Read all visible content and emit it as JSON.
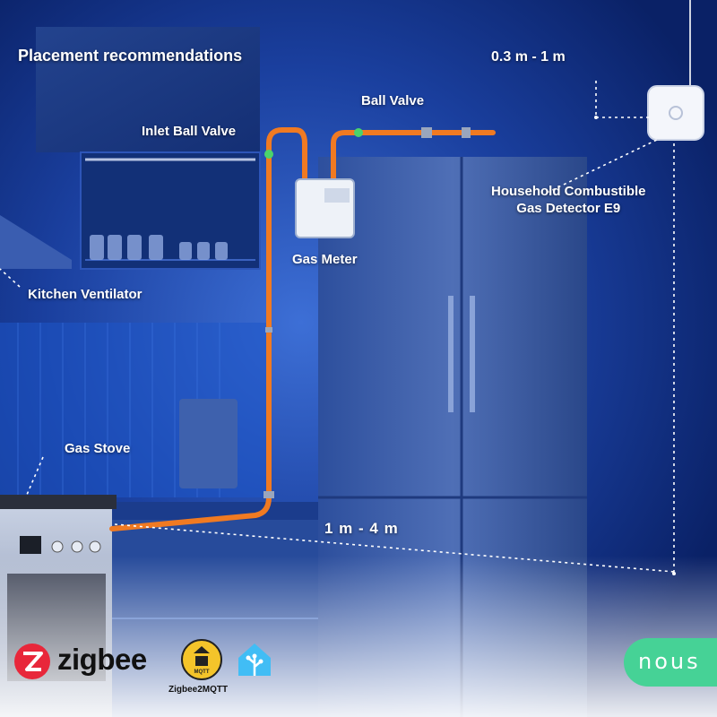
{
  "title": "Placement recommendations",
  "distances": {
    "ceiling_range": "0.3 m - 1 m",
    "horizontal_range": "1 m - 4 m"
  },
  "callouts": {
    "ball_valve": "Ball Valve",
    "inlet_ball_valve": "Inlet Ball Valve",
    "detector_line1": "Household Combustible",
    "detector_line2": "Gas Detector E9",
    "gas_meter": "Gas Meter",
    "kitchen_ventilator": "Kitchen Ventilator",
    "gas_stove": "Gas Stove"
  },
  "logos": {
    "zigbee": "zigbee",
    "zigbee2mqtt": "Zigbee2MQTT",
    "zigbee2mqtt_badge": "MQTT",
    "home_assistant_icon": "home-assistant-icon",
    "nous": "nous"
  },
  "colors": {
    "background": "#0c2a78",
    "pipe": "#f07a22",
    "dotted_line": "#ffffff",
    "zigbee_red": "#e8273a",
    "nous_green": "#46d296",
    "z2m_yellow": "#f4c42a",
    "home_assistant_blue": "#41bdf5"
  }
}
